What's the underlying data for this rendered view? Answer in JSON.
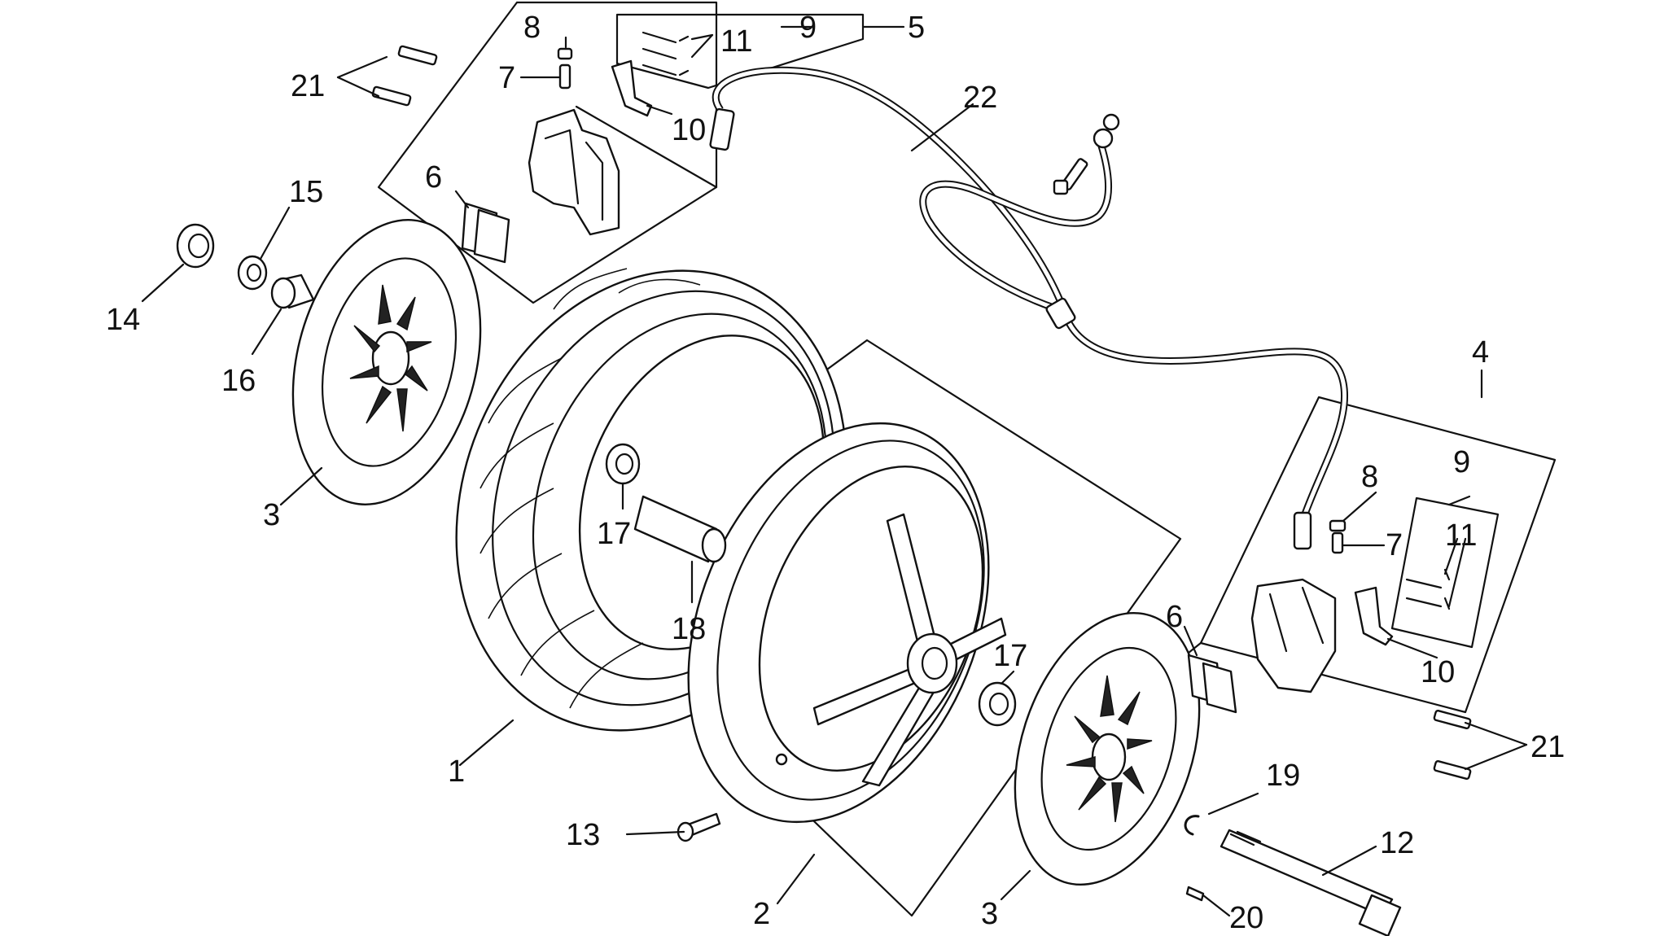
{
  "labels": [
    {
      "id": "l1",
      "text": "1"
    },
    {
      "id": "l2",
      "text": "2"
    },
    {
      "id": "l3a",
      "text": "3"
    },
    {
      "id": "l3b",
      "text": "3"
    },
    {
      "id": "l4",
      "text": "4"
    },
    {
      "id": "l5",
      "text": "5"
    },
    {
      "id": "l6a",
      "text": "6"
    },
    {
      "id": "l6b",
      "text": "6"
    },
    {
      "id": "l7a",
      "text": "7"
    },
    {
      "id": "l7b",
      "text": "7"
    },
    {
      "id": "l8a",
      "text": "8"
    },
    {
      "id": "l8b",
      "text": "8"
    },
    {
      "id": "l9a",
      "text": "9"
    },
    {
      "id": "l9b",
      "text": "9"
    },
    {
      "id": "l10a",
      "text": "10"
    },
    {
      "id": "l10b",
      "text": "10"
    },
    {
      "id": "l11a",
      "text": "11"
    },
    {
      "id": "l11b",
      "text": "11"
    },
    {
      "id": "l12",
      "text": "12"
    },
    {
      "id": "l13",
      "text": "13"
    },
    {
      "id": "l14",
      "text": "14"
    },
    {
      "id": "l15",
      "text": "15"
    },
    {
      "id": "l16",
      "text": "16"
    },
    {
      "id": "l17a",
      "text": "17"
    },
    {
      "id": "l17b",
      "text": "17"
    },
    {
      "id": "l18",
      "text": "18"
    },
    {
      "id": "l19",
      "text": "19"
    },
    {
      "id": "l20",
      "text": "20"
    },
    {
      "id": "l21a",
      "text": "21"
    },
    {
      "id": "l21b",
      "text": "21"
    },
    {
      "id": "l22",
      "text": "22"
    }
  ]
}
